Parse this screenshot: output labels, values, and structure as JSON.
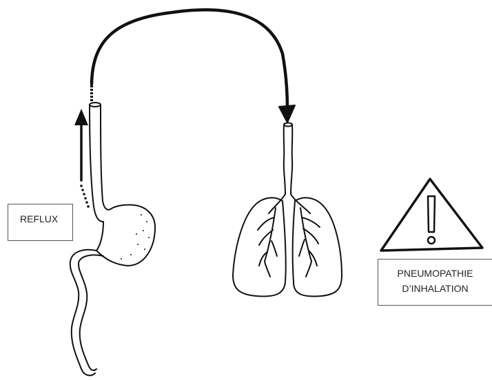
{
  "labels": {
    "reflux": "REFLUX",
    "warning_line1": "PNEUMOPATHIE",
    "warning_line2": "D’INHALATION"
  },
  "icons": {
    "stomach": "stomach-esophagus-icon",
    "lungs": "lungs-icon",
    "warning": "warning-triangle-icon",
    "flow_arrow": "curved-arrow-icon",
    "reflux_arrow": "up-arrow-icon"
  },
  "colors": {
    "ink": "#111111",
    "border": "#555555",
    "background": "#ffffff"
  }
}
